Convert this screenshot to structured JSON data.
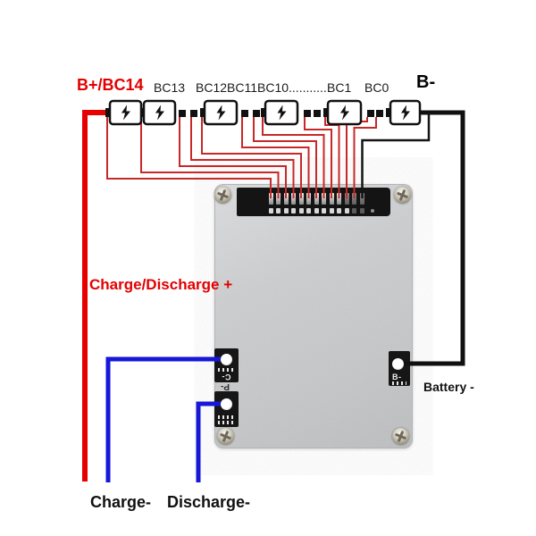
{
  "diagram": {
    "top_labels": {
      "b_plus_bc14": "B+/BC14",
      "bc13": "BC13",
      "bc_mid": "BC12BC11BC10............",
      "bc1": "BC1",
      "bc0": "BC0",
      "b_minus": "B-"
    },
    "side_labels": {
      "charge_discharge_plus": "Charge/Discharge +",
      "battery_minus": "Battery -"
    },
    "bottom_labels": {
      "charge_minus": "Charge-",
      "discharge_minus": "Discharge-"
    },
    "board": {
      "pad_c_label": "C-",
      "pad_p_label": "P-",
      "pad_b_label": "B-"
    },
    "connector": {
      "pin_count": 13,
      "sense_wire_count": 12
    },
    "batteries_shown": 6,
    "colors": {
      "positive_wire": "#e60000",
      "sense_wire": "#c82828",
      "negative_wire": "#111111",
      "blue_wire": "#1717d8",
      "label_red": "#e40000",
      "label_black": "#111111"
    }
  }
}
